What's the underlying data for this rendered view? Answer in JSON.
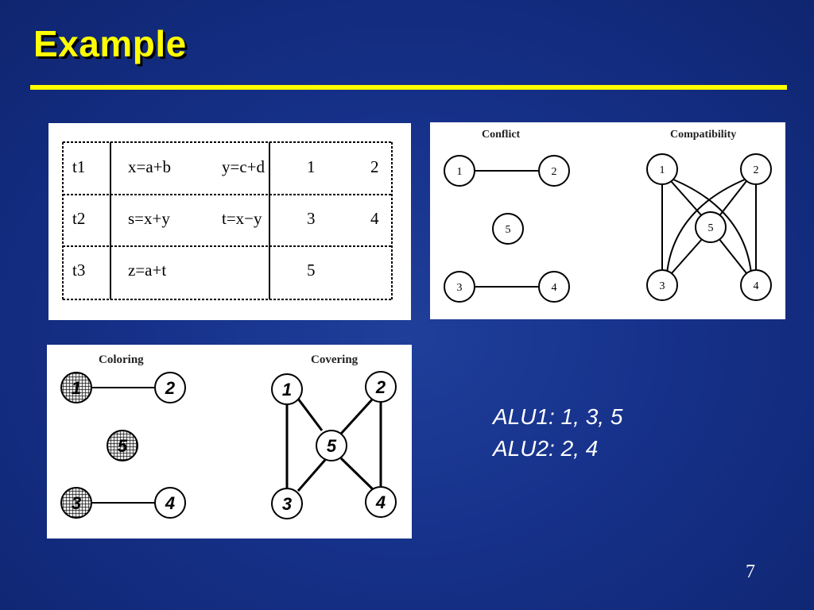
{
  "slide": {
    "title": "Example",
    "page_number": "7"
  },
  "table": {
    "rows": [
      {
        "step": "t1",
        "op1": "x=a+b",
        "op2": "y=c+d",
        "alu1": "1",
        "alu2": "2"
      },
      {
        "step": "t2",
        "op1": "s=x+y",
        "op2": "t=x−y",
        "alu1": "3",
        "alu2": "4"
      },
      {
        "step": "t3",
        "op1": "z=a+t",
        "op2": "",
        "alu1": "5",
        "alu2": ""
      }
    ]
  },
  "graphs": {
    "conflict_title": "Conflict",
    "compatibility_title": "Compatibility",
    "coloring_title": "Coloring",
    "covering_title": "Covering",
    "node_labels": [
      "1",
      "2",
      "3",
      "4",
      "5"
    ]
  },
  "assignment": {
    "line1": "ALU1: 1, 3, 5",
    "line2": "ALU2: 2, 4"
  }
}
